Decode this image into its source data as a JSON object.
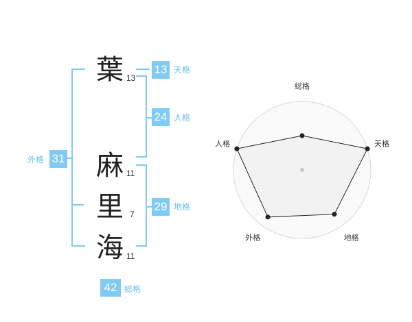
{
  "name": {
    "chars": [
      {
        "char": "葉",
        "strokes": "13"
      },
      {
        "char": "麻",
        "strokes": "11"
      },
      {
        "char": "里",
        "strokes": "7"
      },
      {
        "char": "海",
        "strokes": "11"
      }
    ]
  },
  "grids": {
    "tenkaku": {
      "value": "13",
      "label": "天格"
    },
    "jinkaku": {
      "value": "24",
      "label": "人格"
    },
    "chikaku": {
      "value": "29",
      "label": "地格"
    },
    "gaikaku": {
      "value": "31",
      "label": "外格"
    },
    "soukaku": {
      "value": "42",
      "label": "総格"
    }
  },
  "colors": {
    "accent": "#7fcbf5",
    "text": "#222222",
    "radar_fill": "#f2f2f2",
    "radar_line": "#222222"
  },
  "chart_data": {
    "type": "radar",
    "axes": [
      "総格",
      "天格",
      "地格",
      "外格",
      "人格"
    ],
    "values": [
      0.5,
      1.0,
      0.8,
      0.85,
      1.0
    ],
    "max": 1.0,
    "rings": 4
  }
}
